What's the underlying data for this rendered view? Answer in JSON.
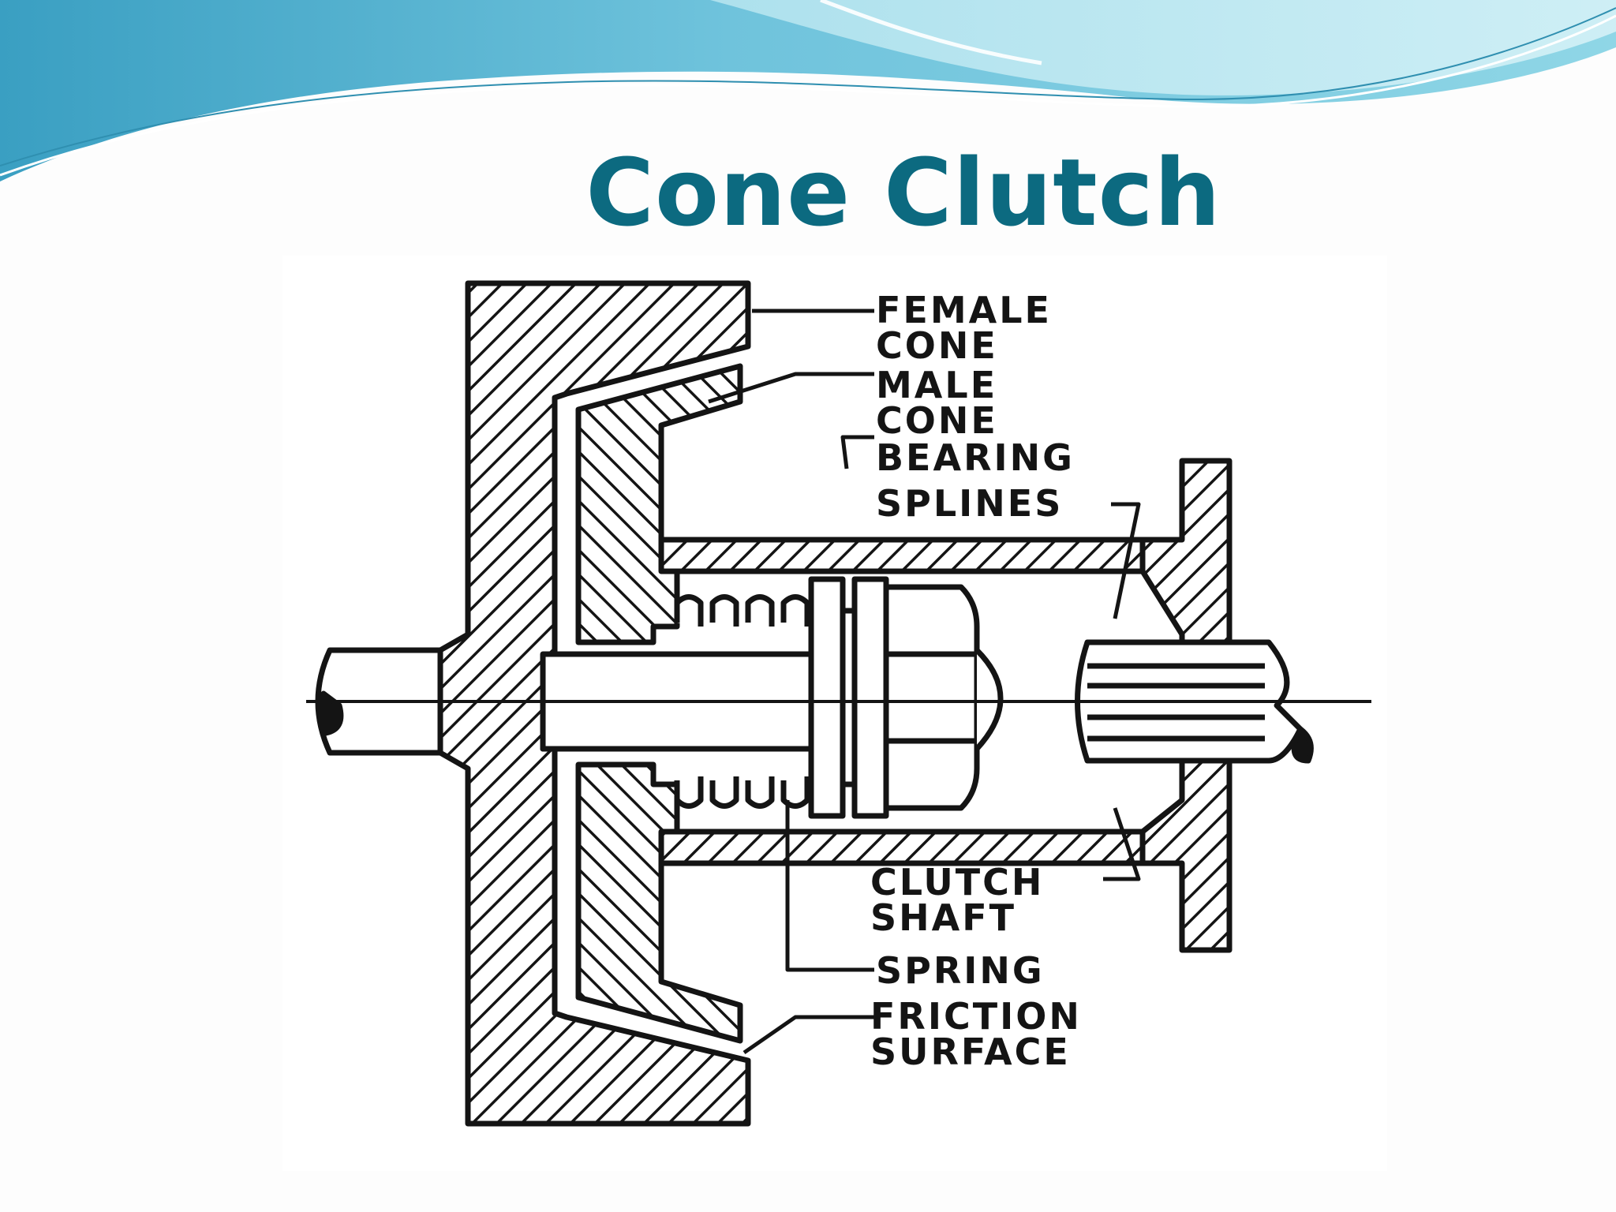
{
  "slide": {
    "title": "Cone Clutch"
  },
  "diagram": {
    "labels": {
      "female_cone": [
        "FEMALE",
        "CONE"
      ],
      "male_cone": [
        "MALE",
        "CONE"
      ],
      "bearing": "BEARING",
      "splines": "SPLINES",
      "clutch_shaft": [
        "CLUTCH",
        "SHAFT"
      ],
      "spring": "SPRING",
      "friction_surface": [
        "FRICTION",
        "SURFACE"
      ]
    }
  },
  "colors": {
    "title": "#0c6a80",
    "wave_dark": "#3fa7c7",
    "wave_light": "#9fdbe9",
    "line": "#141414"
  }
}
